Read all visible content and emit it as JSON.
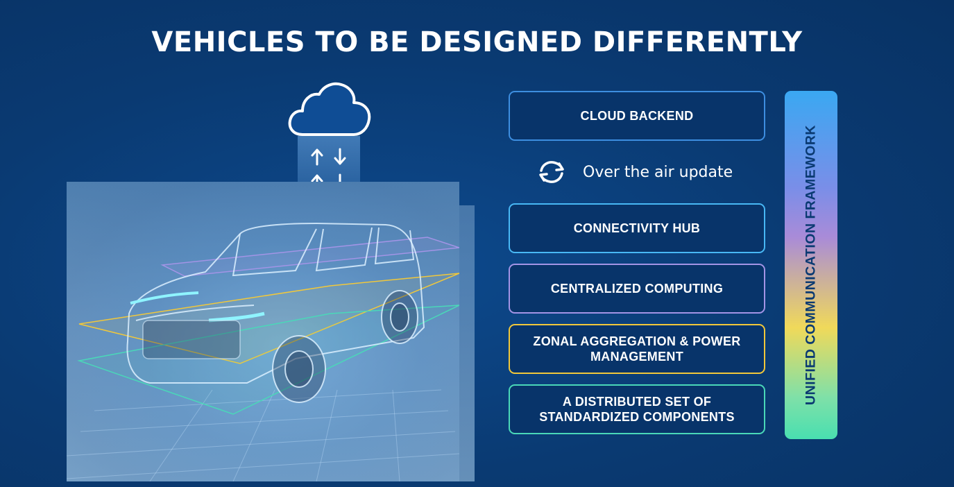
{
  "title": "VEHICLES TO BE DESIGNED DIFFERENTLY",
  "icons": {
    "cloud": "cloud-icon",
    "up_arrow": "arrow-up-icon",
    "down_arrow": "arrow-down-icon",
    "sync": "sync-icon"
  },
  "layers": [
    {
      "id": "cloud-backend",
      "label": "CLOUD BACKEND",
      "border_color": "#3d8ee0"
    },
    {
      "id": "connectivity-hub",
      "label": "CONNECTIVITY HUB",
      "border_color": "#48b8f5"
    },
    {
      "id": "centralized-computing",
      "label": "CENTRALIZED COMPUTING",
      "border_color": "#a394e6"
    },
    {
      "id": "zonal-aggregation",
      "label": "ZONAL AGGREGATION & POWER MANAGEMENT",
      "border_color": "#f2c83a"
    },
    {
      "id": "distributed-components",
      "label": "A DISTRIBUTED SET OF STANDARDIZED COMPONENTS",
      "border_color": "#4ad8b8"
    }
  ],
  "ota": {
    "label": "Over the air update"
  },
  "framework": {
    "label": "UNIFIED COMMUNICATION FRAMEWORK"
  },
  "colors": {
    "background": "#0a3a72",
    "title": "#ffffff",
    "layer_plane_purple": "#a394e6",
    "layer_plane_yellow": "#f2c83a",
    "layer_plane_teal": "#4ad8b8"
  }
}
